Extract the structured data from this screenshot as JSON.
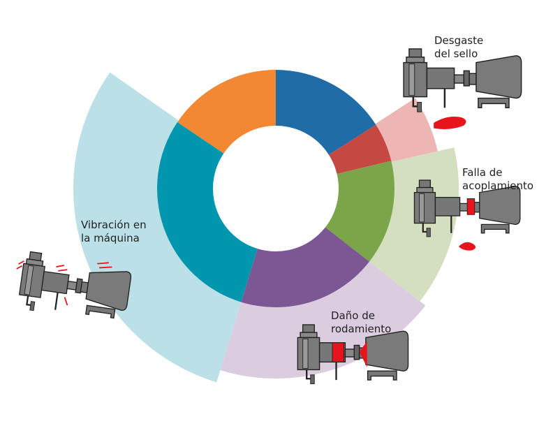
{
  "labels": {
    "seal_wear": [
      "Desgaste",
      "del sello"
    ],
    "coupling_failure": [
      "Falla de",
      "acoplamiento"
    ],
    "bearing_damage": [
      "Daño de",
      "rodamiento"
    ],
    "machine_vibration": [
      "Vibración en",
      "la máquina"
    ]
  },
  "colors": {
    "dark_blue": "#1F6CA6",
    "red": "#C64843",
    "green": "#7AA649",
    "purple": "#7B5894",
    "teal": "#0097AE",
    "orange": "#F28834",
    "light_red": "#EDB6B5",
    "light_green": "#D3DFBF",
    "light_purple": "#DCCCE0",
    "light_blue": "#BCE0E8",
    "pump_gray": "#7A7A7A",
    "highlight_red": "#E8141B"
  }
}
